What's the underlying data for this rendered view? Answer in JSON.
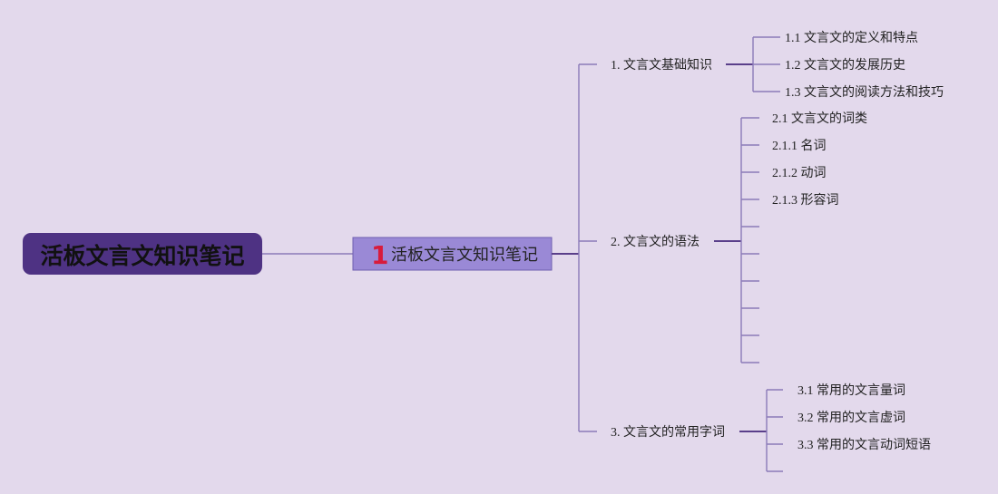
{
  "root": {
    "label": "活板文言文知识笔记"
  },
  "center": {
    "number": "1",
    "label": "活板文言文知识笔记"
  },
  "branches": [
    {
      "label": "1. 文言文基础知识",
      "children": [
        "1.1 文言文的定义和特点",
        "1.2 文言文的发展历史",
        "1.3 文言文的阅读方法和技巧"
      ]
    },
    {
      "label": "2. 文言文的语法",
      "children": [
        "2.1 文言文的词类",
        "2.1.1 名词",
        "2.1.2 动词",
        "2.1.3 形容词",
        "",
        "",
        "",
        "",
        "",
        ""
      ]
    },
    {
      "label": "3. 文言文的常用字词",
      "children": [
        "3.1 常用的文言量词",
        "3.2 常用的文言虚词",
        "3.3 常用的文言动词短语",
        ""
      ]
    }
  ],
  "colors": {
    "background": "#e3d9ec",
    "root_fill": "#4e3283",
    "center_fill": "#9a89d6",
    "number_accent": "#d81b3c",
    "connector_light": "#8b7bb8",
    "connector_dark": "#5a3f8a"
  }
}
